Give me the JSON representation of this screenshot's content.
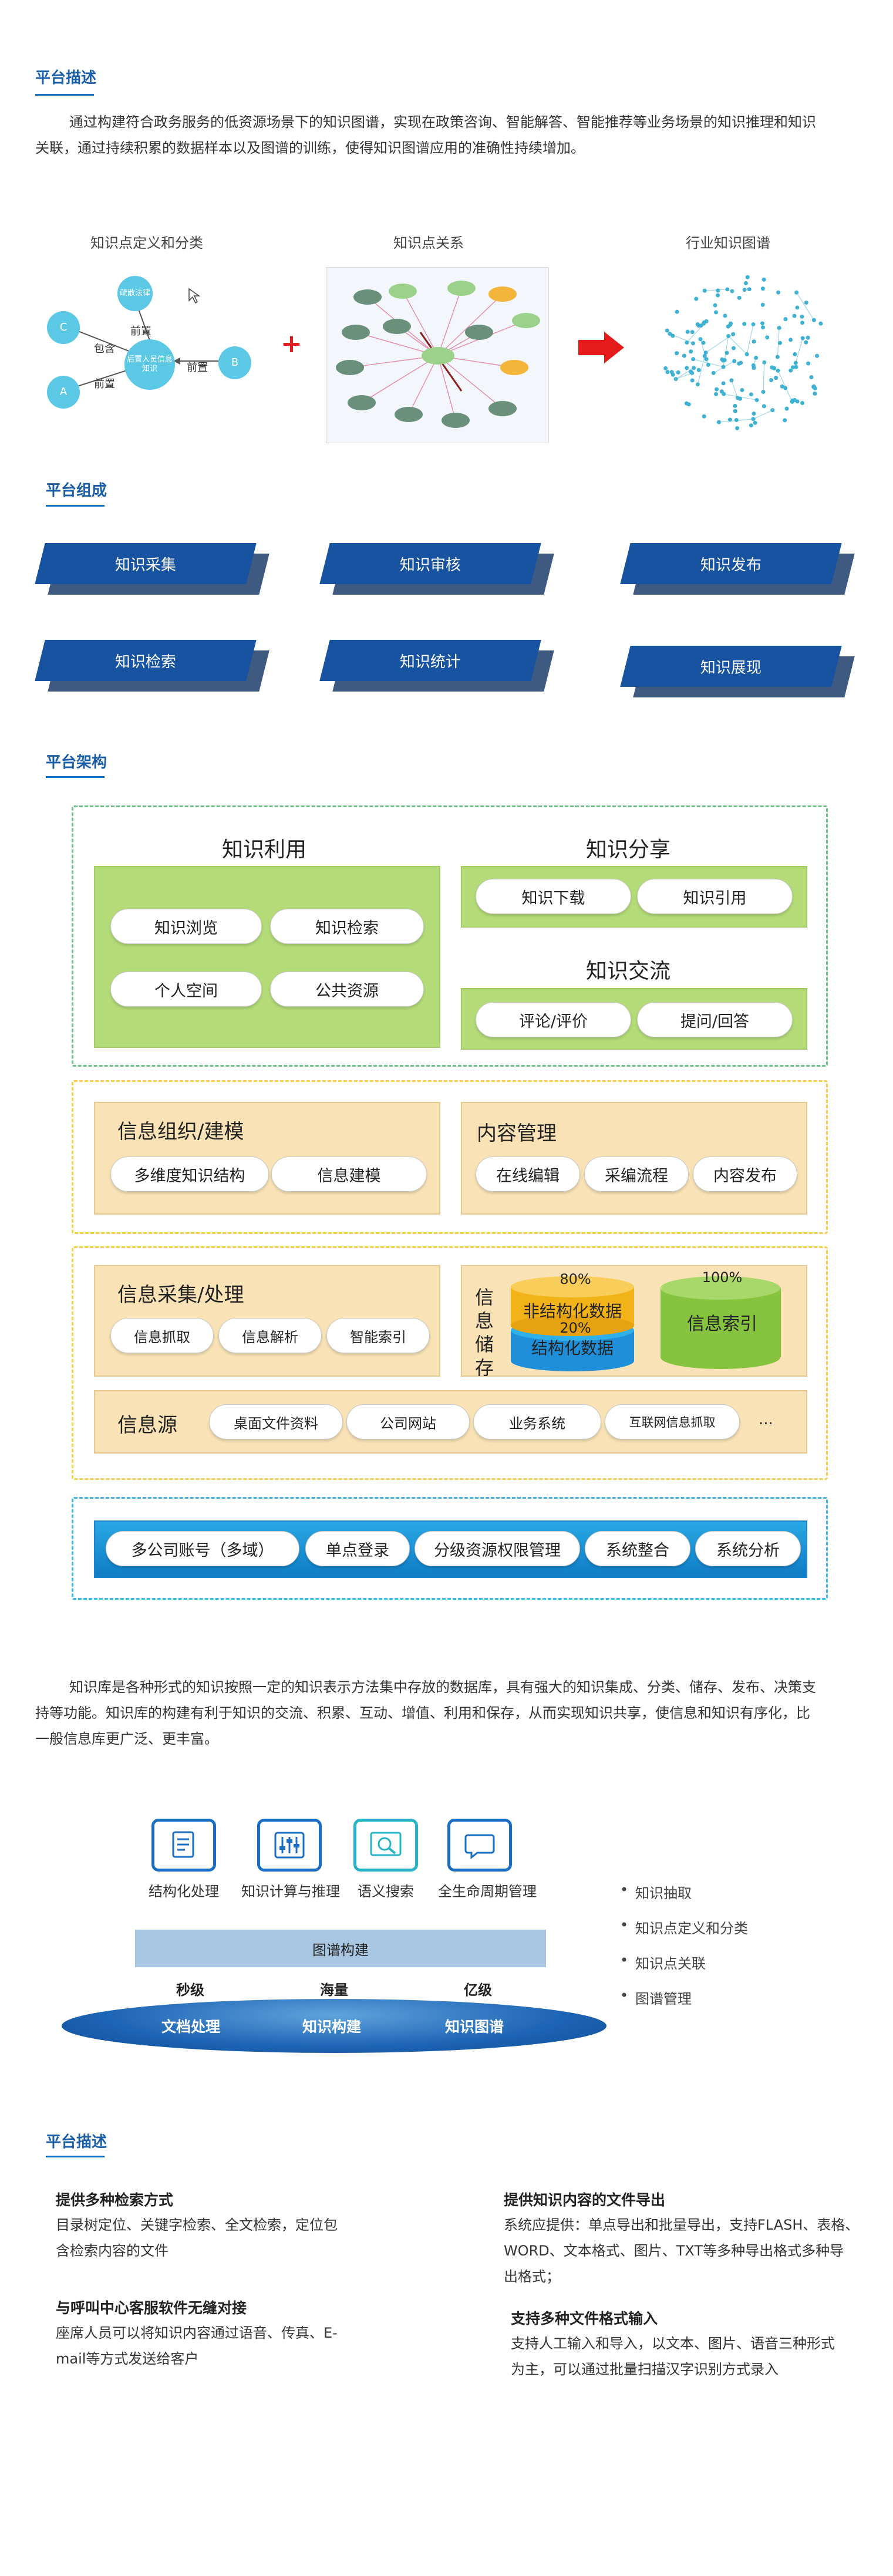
{
  "sections": {
    "desc1_title": "平台描述",
    "compose_title": "平台组成",
    "arch_title": "平台架构",
    "desc2_title": "平台描述"
  },
  "intro": {
    "line1": "通过构建符合政务服务的低资源场景下的知识图谱，实现在政策咨询、智能解答、智能推荐等业务场景的知识推理和知识",
    "line2": "关联，通过持续积累的数据样本以及图谱的训练，使得知识图谱应用的准确性持续增加。"
  },
  "diagram1": {
    "caption_left": "知识点定义和分类",
    "caption_mid": "知识点关系",
    "caption_right": "行业知识图谱",
    "node_c": "C",
    "node_a": "A",
    "node_b": "B",
    "node_center": "后置人员信息知识",
    "node_top": "疏散法律",
    "edge_include": "包含",
    "edge_pre1": "前置",
    "edge_pre2": "前置",
    "edge_pre3": "前置",
    "plus": "+"
  },
  "compose": {
    "items": [
      "知识采集",
      "知识审核",
      "知识发布",
      "知识检索",
      "知识统计",
      "知识展现"
    ]
  },
  "arch": {
    "use_title": "知识利用",
    "use_items": [
      "知识浏览",
      "知识检索",
      "个人空间",
      "公共资源"
    ],
    "share_title": "知识分享",
    "share_items": [
      "知识下载",
      "知识引用"
    ],
    "exchange_title": "知识交流",
    "exchange_items": [
      "评论/评价",
      "提问/回答"
    ],
    "org_title": "信息组织/建模",
    "org_items": [
      "多维度知识结构",
      "信息建模"
    ],
    "content_title": "内容管理",
    "content_items": [
      "在线编辑",
      "采编流程",
      "内容发布"
    ],
    "collect_title": "信息采集/处理",
    "collect_items": [
      "信息抓取",
      "信息解析",
      "智能索引"
    ],
    "store_title": "信息储存",
    "store_pct_80": "80%",
    "store_unstructured": "非结构化数据",
    "store_pct_20": "20%",
    "store_structured": "结构化数据",
    "store_pct_100": "100%",
    "store_index": "信息索引",
    "source_title": "信息源",
    "source_items": [
      "桌面文件资料",
      "公司网站",
      "业务系统",
      "互联网信息抓取",
      "..."
    ],
    "bottom_items": [
      "多公司账号（多域）",
      "单点登录",
      "分级资源权限管理",
      "系统整合",
      "系统分析"
    ]
  },
  "kb": {
    "line1": "知识库是各种形式的知识按照一定的知识表示方法集中存放的数据库，具有强大的知识集成、分类、储存、发布、决策支",
    "line2": "持等功能。知识库的构建有利于知识的交流、积累、互动、增值、利用和保存，从而实现知识共享，使信息和知识有序化，比",
    "line3": "一般信息库更广泛、更丰富。"
  },
  "kb_diagram": {
    "icons": [
      {
        "label": "结构化处理",
        "icon": "document-icon"
      },
      {
        "label": "知识计算与推理",
        "icon": "sliders-icon"
      },
      {
        "label": "语义搜索",
        "icon": "search-icon"
      },
      {
        "label": "全生命周期管理",
        "icon": "chat-icon"
      }
    ],
    "graph_build": "图谱构建",
    "speed": "秒级",
    "volume": "海量",
    "scale": "亿级",
    "doc": "文档处理",
    "kbuild": "知识构建",
    "graph": "知识图谱",
    "bullets": [
      "知识抽取",
      "知识点定义和分类",
      "知识点关联",
      "图谱管理"
    ],
    "icon_colors": [
      "#1a6fc4",
      "#1a6fc4",
      "#25b3c8",
      "#1a6fc4"
    ]
  },
  "features": {
    "f1_title": "提供多种检索方式",
    "f1_line1": "目录树定位、关键字检索、全文检索，定位包",
    "f1_line2": "含检索内容的文件",
    "f2_title": "提供知识内容的文件导出",
    "f2_line1": "系统应提供：单点导出和批量导出，支持FLASH、表格、",
    "f2_line2": "WORD、文本格式、图片、TXT等多种导出格式多种导",
    "f2_line3": "出格式；",
    "f3_title": "与呼叫中心客服软件无缝对接",
    "f3_line1": "座席人员可以将知识内容通过语音、传真、E-",
    "f3_line2": "mail等方式发送给客户",
    "f4_title": "支持多种文件格式输入",
    "f4_line1": "支持人工输入和导入，以文本、图片、语音三种形式",
    "f4_line2": "为主，可以通过批量扫描汉字识别方式录入"
  }
}
